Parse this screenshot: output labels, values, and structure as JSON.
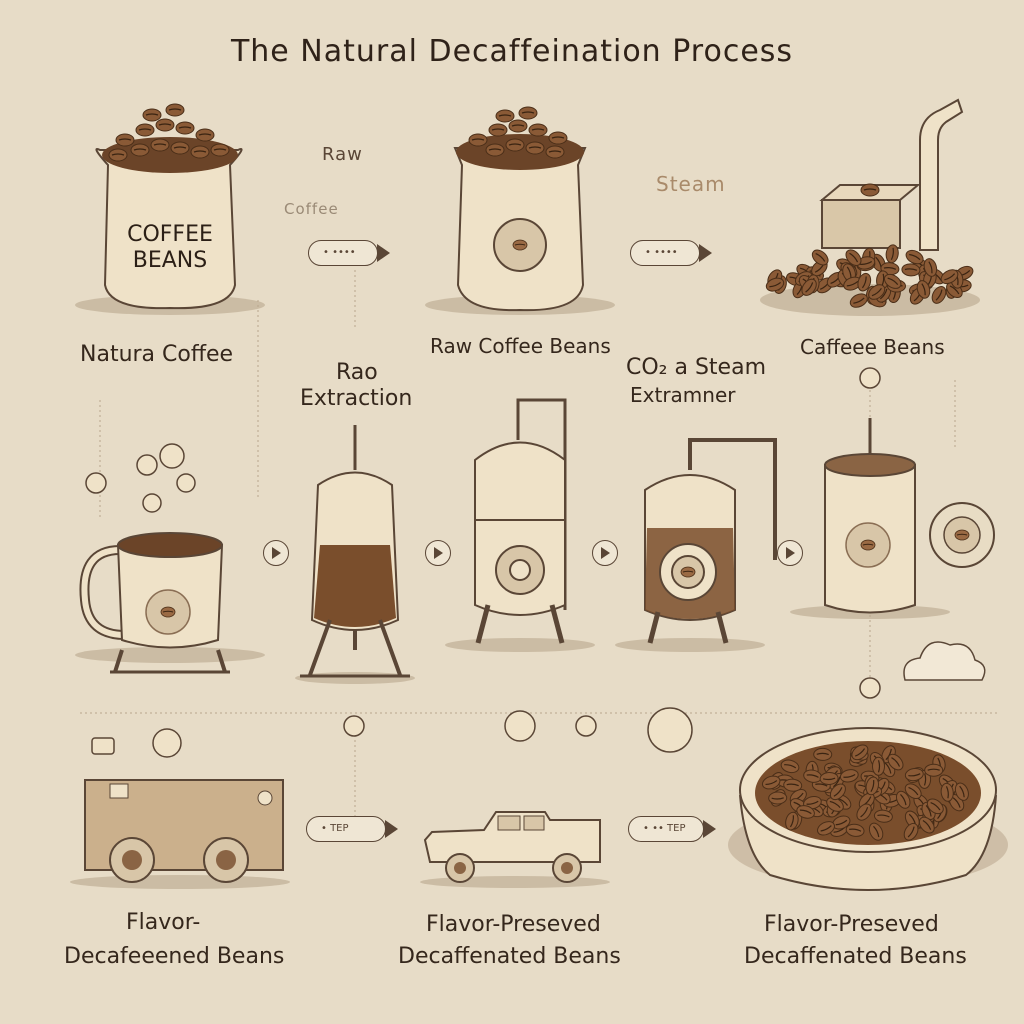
{
  "title": "The Natural Decaffeination Process",
  "sack_label_line1": "COFFEE",
  "sack_label_line2": "BEANS",
  "labels": {
    "raw": "Raw",
    "coffee_faded_top": "Coffee",
    "steam": "Steam",
    "natural_coffee": "Natura Coffee",
    "rao": "Rao",
    "extraction": "Extraction",
    "raw_coffee_beans": "Raw Coffee Beans",
    "co2_steam": "CO₂ a Steam",
    "extramner": "Extramner",
    "caffeee_beans": "Caffeee Beans",
    "flavor_left_1": "Flavor-",
    "flavor_left_2": "Decafeeened Beans",
    "flavor_mid_1": "Flavor-Preseved",
    "flavor_mid_2": "Decaffenated Beans",
    "flavor_right_1": "Flavor-Preseved",
    "flavor_right_2": "Decaffenated Beans"
  },
  "pills": {
    "top_left": "• ••••",
    "top_right": "• ••••",
    "bottom_left": "• TEP",
    "bottom_right": "• •• TEP"
  },
  "colors": {
    "background": "#e7dcc7",
    "cream": "#efe2c8",
    "outline": "#5a4636",
    "bean": "#8a5a36",
    "bean_dark": "#5e3a20",
    "shadow": "#b9a68c"
  }
}
